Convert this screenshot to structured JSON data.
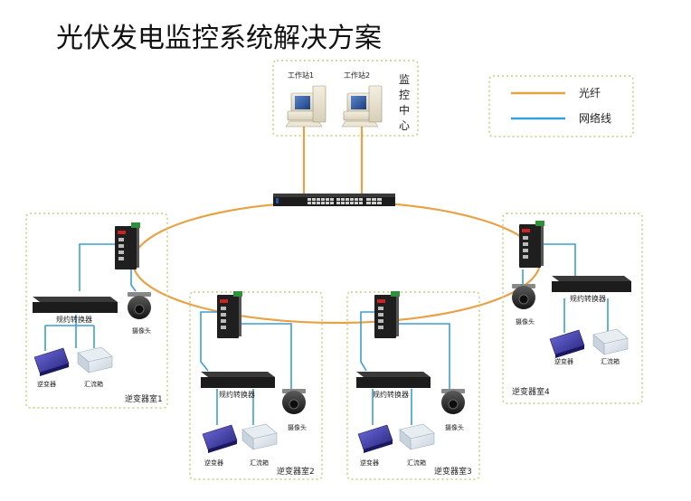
{
  "title": "光伏发电监控系统解决方案",
  "monitor_center": {
    "label": "监控中心",
    "workstations": [
      "工作站1",
      "工作站2"
    ]
  },
  "legend": {
    "items": [
      {
        "label": "光纤",
        "color": "#E8A145"
      },
      {
        "label": "网络线",
        "color": "#3A9FD6"
      }
    ]
  },
  "core_switch_icon": "rack-switch-icon",
  "rooms": [
    {
      "name": "逆变器室1",
      "converter": "规约转换器",
      "camera": "摄像头",
      "inverter": "逆变器",
      "combiner": "汇流箱"
    },
    {
      "name": "逆变器室2",
      "converter": "规约转换器",
      "camera": "摄像头",
      "inverter": "逆变器",
      "combiner": "汇流箱"
    },
    {
      "name": "逆变器室3",
      "converter": "规约转换器",
      "camera": "摄像头",
      "inverter": "逆变器",
      "combiner": "汇流箱"
    },
    {
      "name": "逆变器室4",
      "converter": "规约转换器",
      "camera": "摄像头",
      "inverter": "逆变器",
      "combiner": "汇流箱"
    }
  ],
  "colors": {
    "fiber": "#E8A145",
    "network": "#3A9FD6",
    "dotted_border": "#BFD27A"
  }
}
